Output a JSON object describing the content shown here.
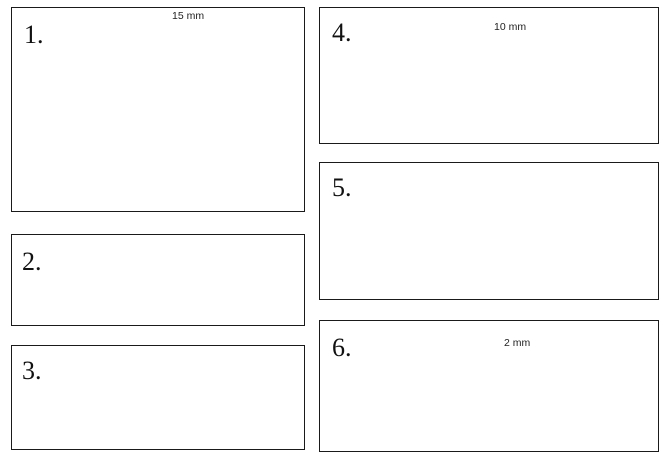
{
  "steps": [
    {
      "number": "1.",
      "dimension": "15 mm"
    },
    {
      "number": "2."
    },
    {
      "number": "3."
    },
    {
      "number": "4.",
      "dimension": "10 mm"
    },
    {
      "number": "5."
    },
    {
      "number": "6.",
      "dimension": "2 mm"
    }
  ],
  "icons": {
    "push_arrow": "arrow-right-icon",
    "slide_arrow": "arrow-left-icon",
    "rotate": "rotate-icon"
  }
}
